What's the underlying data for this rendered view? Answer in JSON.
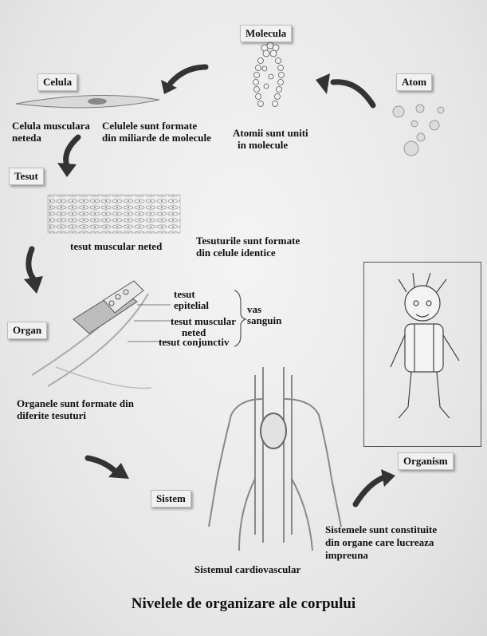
{
  "labels": {
    "molecula": "Molecula",
    "atom": "Atom",
    "celula": "Celula",
    "tesut": "Tesut",
    "organ": "Organ",
    "sistem": "Sistem",
    "organism": "Organism"
  },
  "captions": {
    "atomi_line1": "Atomii sunt uniti",
    "atomi_line2": "in molecule",
    "celulele_line1": "Celulele sunt formate",
    "celulele_line2": "din miliarde de molecule",
    "celula_musc_line1": "Celula musculara",
    "celula_musc_line2": "neteda",
    "tesut_muscular_neted": "tesut muscular neted",
    "tesuturile_line1": "Tesuturile sunt formate",
    "tesuturile_line2": "din celule identice",
    "tesut_epitelial_line1": "tesut",
    "tesut_epitelial_line2": "epitelial",
    "tesut_muscular_line1": "tesut muscular",
    "tesut_muscular_line2": "neted",
    "tesut_conjunctiv": "tesut conjunctiv",
    "vas_line1": "vas",
    "vas_line2": "sanguin",
    "organele_line1": "Organele sunt formate din",
    "organele_line2": "diferite tesuturi",
    "sistemul_cardio": "Sistemul cardiovascular",
    "sistemele_line1": "Sistemele sunt constituite",
    "sistemele_line2": "din organe care lucreaza",
    "sistemele_line3": "impreuna"
  },
  "title": "Nivelele de organizare ale corpului",
  "colors": {
    "arrow": "#333333",
    "box_bg": "#f1f1f1"
  }
}
